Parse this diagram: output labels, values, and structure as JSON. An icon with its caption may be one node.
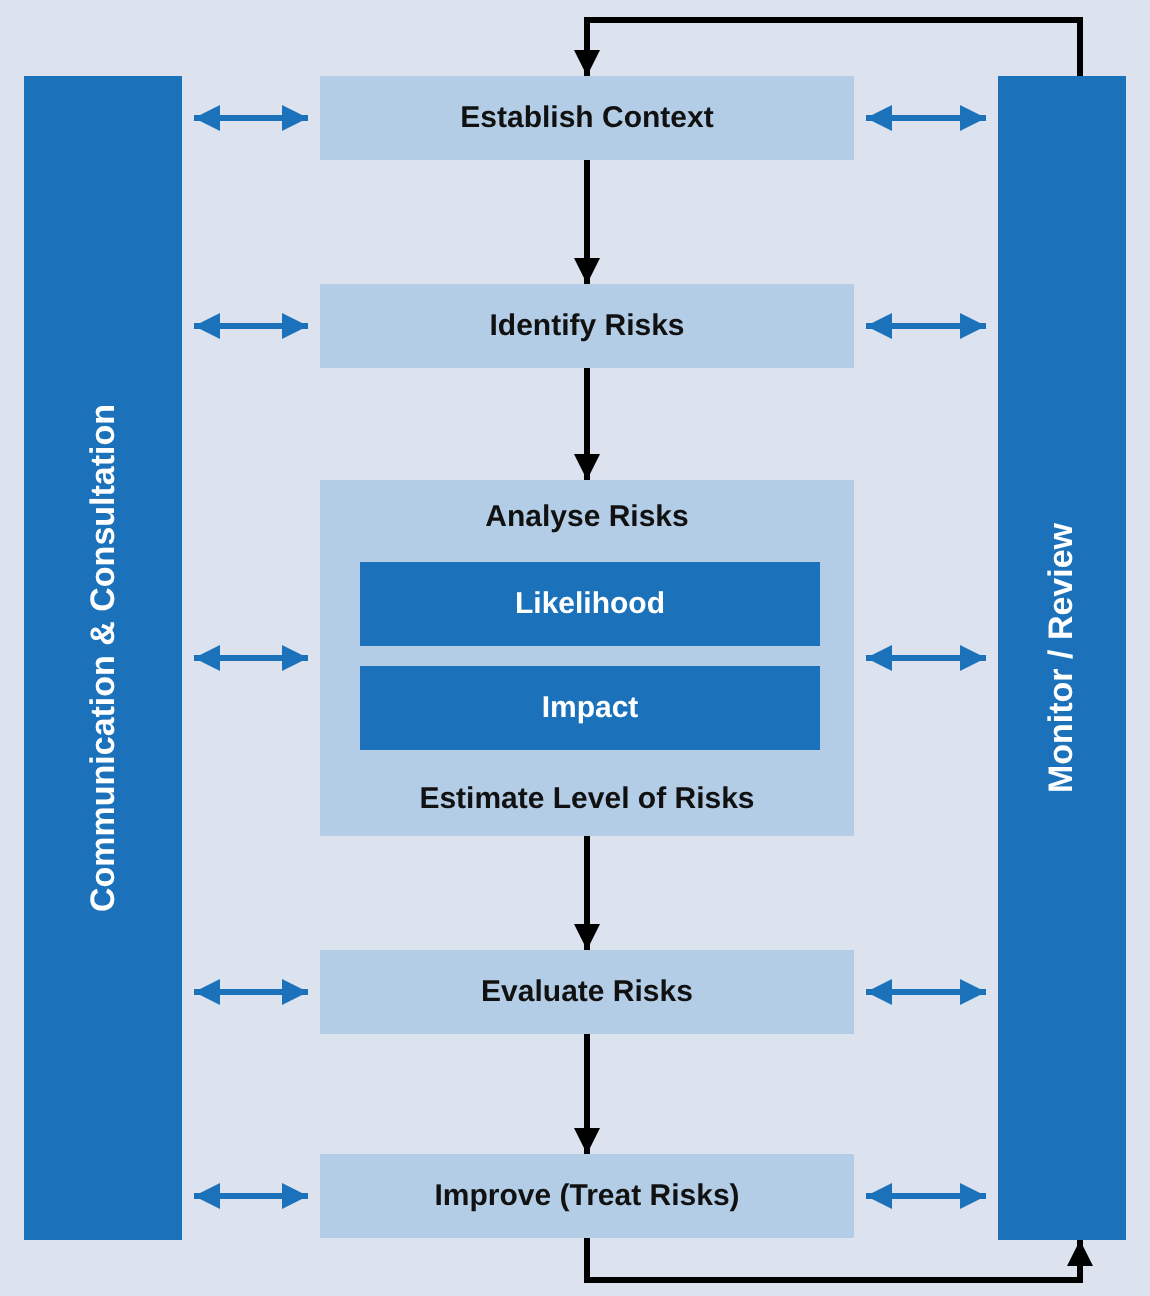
{
  "diagram": {
    "nodes": [
      {
        "text": [
          "Communication & Consultation"
        ]
      },
      {
        "text": [
          "Establish Context"
        ]
      },
      {
        "text": [
          "Identify Risks"
        ]
      },
      {
        "text": [
          "Analyse Risks",
          "Estimate Level of Risks"
        ]
      },
      {
        "text": [
          "Likelihood"
        ],
        "in": 3
      },
      {
        "text": [
          "Impact"
        ],
        "in": 3
      },
      {
        "text": [
          "Evaluate Risks"
        ]
      },
      {
        "text": [
          "Improve (Treat Risks)"
        ]
      },
      {
        "text": [
          "Monitor / Review"
        ]
      }
    ],
    "edges": [
      {
        "from": 1,
        "to": 2,
        "arrow": "to",
        "color": "#000000"
      },
      {
        "from": 2,
        "to": 3,
        "arrow": "to",
        "color": "#000000"
      },
      {
        "from": 3,
        "to": 6,
        "arrow": "to",
        "color": "#000000"
      },
      {
        "from": 6,
        "to": 7,
        "arrow": "to",
        "color": "#000000"
      },
      {
        "from": 7,
        "to": 8,
        "arrow": "to",
        "color": "#000000"
      },
      {
        "from": 8,
        "to": 1,
        "arrow": "to",
        "color": "#000000"
      },
      {
        "from": 0,
        "to": 1,
        "arrow": "both"
      },
      {
        "from": 1,
        "to": 8,
        "arrow": "both"
      },
      {
        "from": 0,
        "to": 2,
        "arrow": "both"
      },
      {
        "from": 2,
        "to": 8,
        "arrow": "both"
      },
      {
        "from": 0,
        "to": 3,
        "arrow": "both"
      },
      {
        "from": 3,
        "to": 8,
        "arrow": "both"
      },
      {
        "from": 0,
        "to": 6,
        "arrow": "both"
      },
      {
        "from": 6,
        "to": 8,
        "arrow": "both"
      },
      {
        "from": 0,
        "to": 7,
        "arrow": "both"
      },
      {
        "from": 7,
        "to": 8,
        "arrow": "both"
      }
    ]
  }
}
